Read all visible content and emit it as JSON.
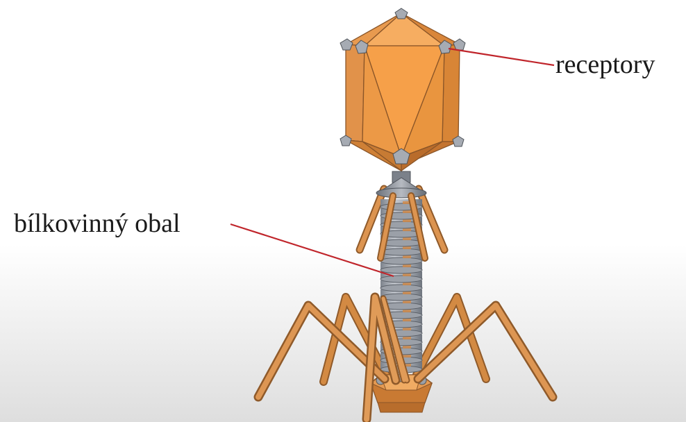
{
  "labels": {
    "receptors": "receptory",
    "protein_coat": "bílkovinný obal"
  },
  "colors": {
    "capsid_light": "#f7a44c",
    "capsid_mid": "#ef9a44",
    "capsid_dark": "#d8822f",
    "capsid_edge": "#8a5528",
    "fiber": "#d88e45",
    "sheath": "#a9aeb6",
    "sheath_dark": "#858b95",
    "leader_line": "#c0252b",
    "text": "#1a1a1a"
  },
  "icons": [
    "bacteriophage-illustration"
  ]
}
